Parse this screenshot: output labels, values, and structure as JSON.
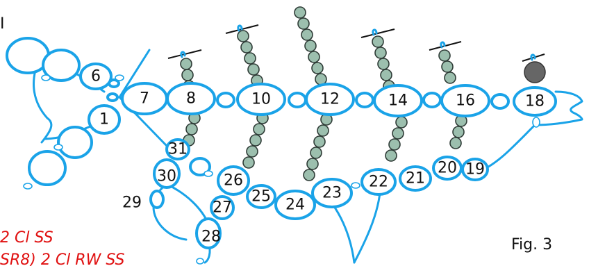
{
  "figure": {
    "caption": "Fig. 3",
    "corner_mark": "I",
    "red_lines": [
      "2 Cl SS",
      "SR8) 2 Cl RW SS"
    ],
    "ring_numbers": [
      "1",
      "6",
      "7",
      "8",
      "10",
      "12",
      "14",
      "16",
      "18",
      "19",
      "20",
      "21",
      "22",
      "23",
      "24",
      "25",
      "26",
      "27",
      "28",
      "29",
      "30",
      "31"
    ],
    "colors": {
      "thread": "#1aa3e8",
      "bead": "#9cbfae",
      "gray_bead": "#666666",
      "annotation": "#e01010"
    }
  }
}
